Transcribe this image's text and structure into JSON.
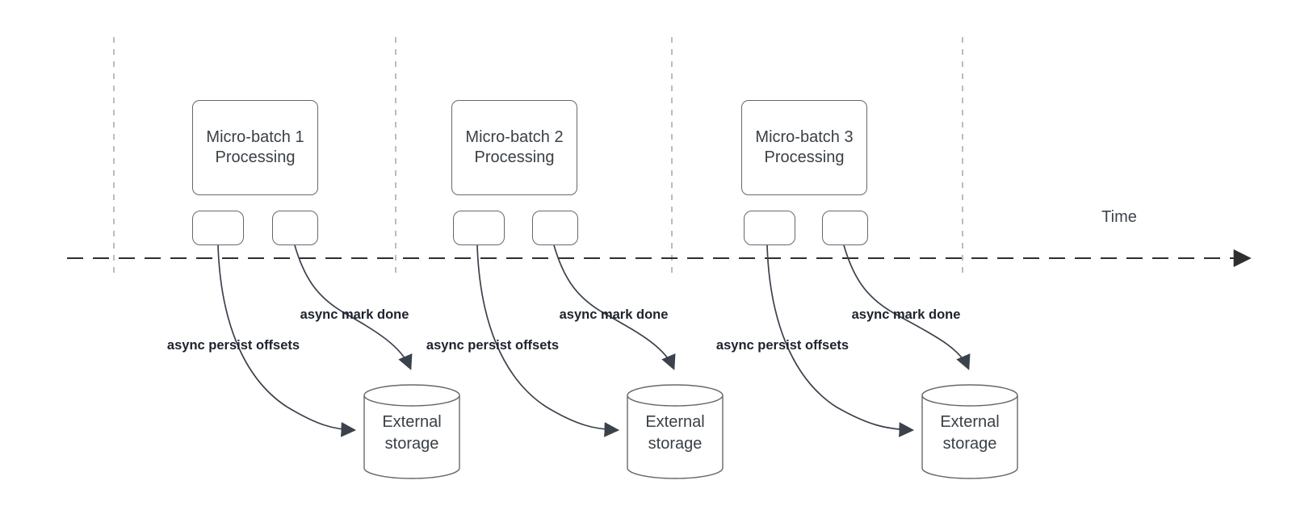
{
  "time_axis": {
    "label": "Time"
  },
  "groups": [
    {
      "box_label": "Micro-batch 1 Processing",
      "persist_arrow_label": "async persist offsets",
      "mark_arrow_label": "async mark done",
      "storage_label": "External storage"
    },
    {
      "box_label": "Micro-batch 2 Processing",
      "persist_arrow_label": "async persist offsets",
      "mark_arrow_label": "async mark done",
      "storage_label": "External storage"
    },
    {
      "box_label": "Micro-batch 3 Processing",
      "persist_arrow_label": "async persist offsets",
      "mark_arrow_label": "async mark done",
      "storage_label": "External storage"
    }
  ],
  "colors": {
    "background": "#ffffff",
    "shape_stroke": "#64686e",
    "connector_stroke": "#3b424c",
    "timeline_stroke": "#2e2e2e",
    "gridline_stroke": "#ababab",
    "shape_text": "#3a4046",
    "connector_label_text": "#1d222c"
  }
}
